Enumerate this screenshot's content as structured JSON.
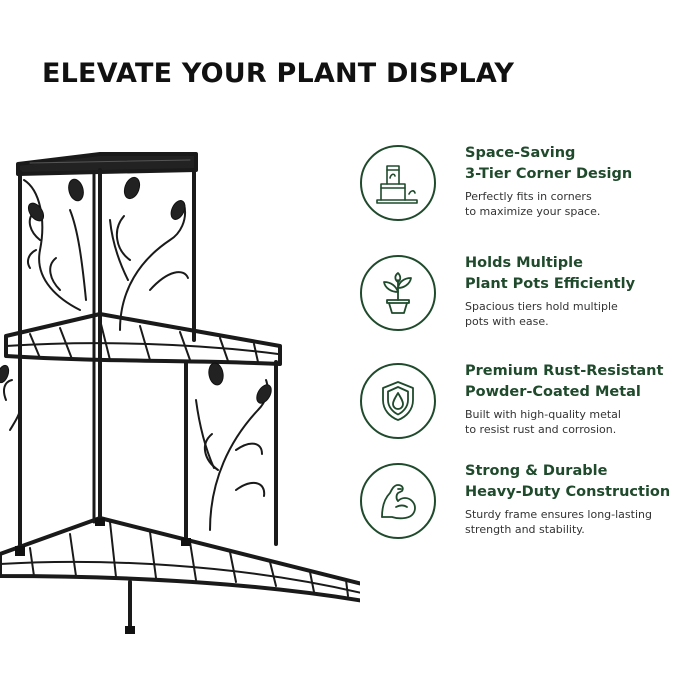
{
  "headline": "ELEVATE YOUR PLANT DISPLAY",
  "colors": {
    "accent": "#1f4a2c",
    "headline": "#111111",
    "body_text": "#333333",
    "metal": "#1a1a1a"
  },
  "features": [
    {
      "icon": "tiered-stand-icon",
      "title_line1": "Space-Saving",
      "title_line2": "3-Tier Corner Design",
      "desc_line1": "Perfectly fits in corners",
      "desc_line2": "to maximize your space."
    },
    {
      "icon": "potted-plant-icon",
      "title_line1": "Holds Multiple",
      "title_line2": "Plant Pots Efficiently",
      "desc_line1": "Spacious tiers hold multiple",
      "desc_line2": "pots with ease."
    },
    {
      "icon": "shield-drop-icon",
      "title_line1": "Premium Rust-Resistant",
      "title_line2": "Powder-Coated Metal",
      "desc_line1": "Built with high-quality metal",
      "desc_line2": "to resist rust and corrosion."
    },
    {
      "icon": "flexed-arm-icon",
      "title_line1": "Strong & Durable",
      "title_line2": "Heavy-Duty Construction",
      "desc_line1": "Sturdy frame ensures long-lasting",
      "desc_line2": "strength and stability."
    }
  ]
}
